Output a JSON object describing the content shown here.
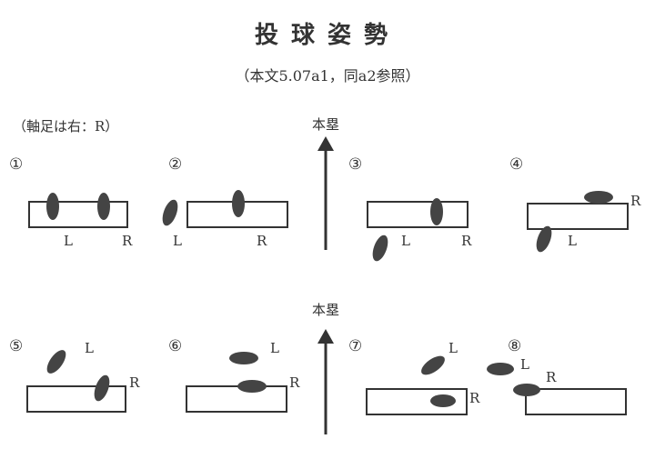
{
  "title": "投球姿勢",
  "subtitle": "（本文5.07a1，同a2参照）",
  "axis_note": "（軸足は右：R）",
  "home_label": "本塁",
  "left_label": "L",
  "right_label": "R",
  "panel_numbers": [
    "①",
    "②",
    "③",
    "④",
    "⑤",
    "⑥",
    "⑦",
    "⑧"
  ],
  "colors": {
    "ink": "#333333",
    "foot_fill": "#444444",
    "plate_fill": "#ffffff"
  }
}
